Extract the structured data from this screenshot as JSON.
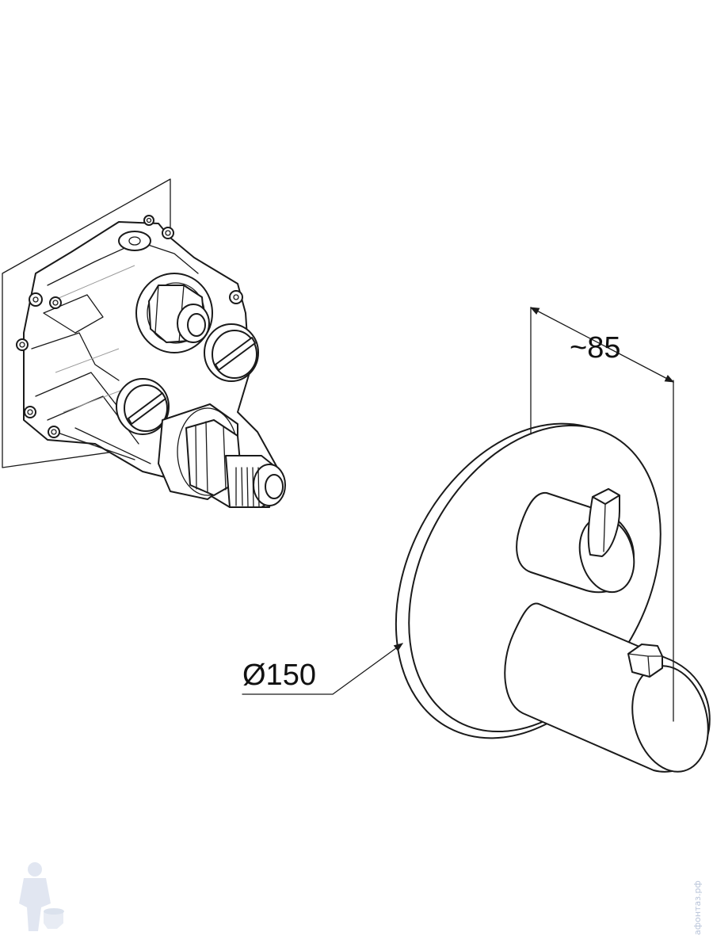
{
  "dimensions": {
    "diameter_label": "Ø150",
    "projection_label": "~85"
  },
  "watermark": {
    "text": "афонтаз.рф"
  },
  "colors": {
    "line": "#1a1a1a",
    "watermark": "#b9c4d9",
    "background": "#ffffff"
  }
}
